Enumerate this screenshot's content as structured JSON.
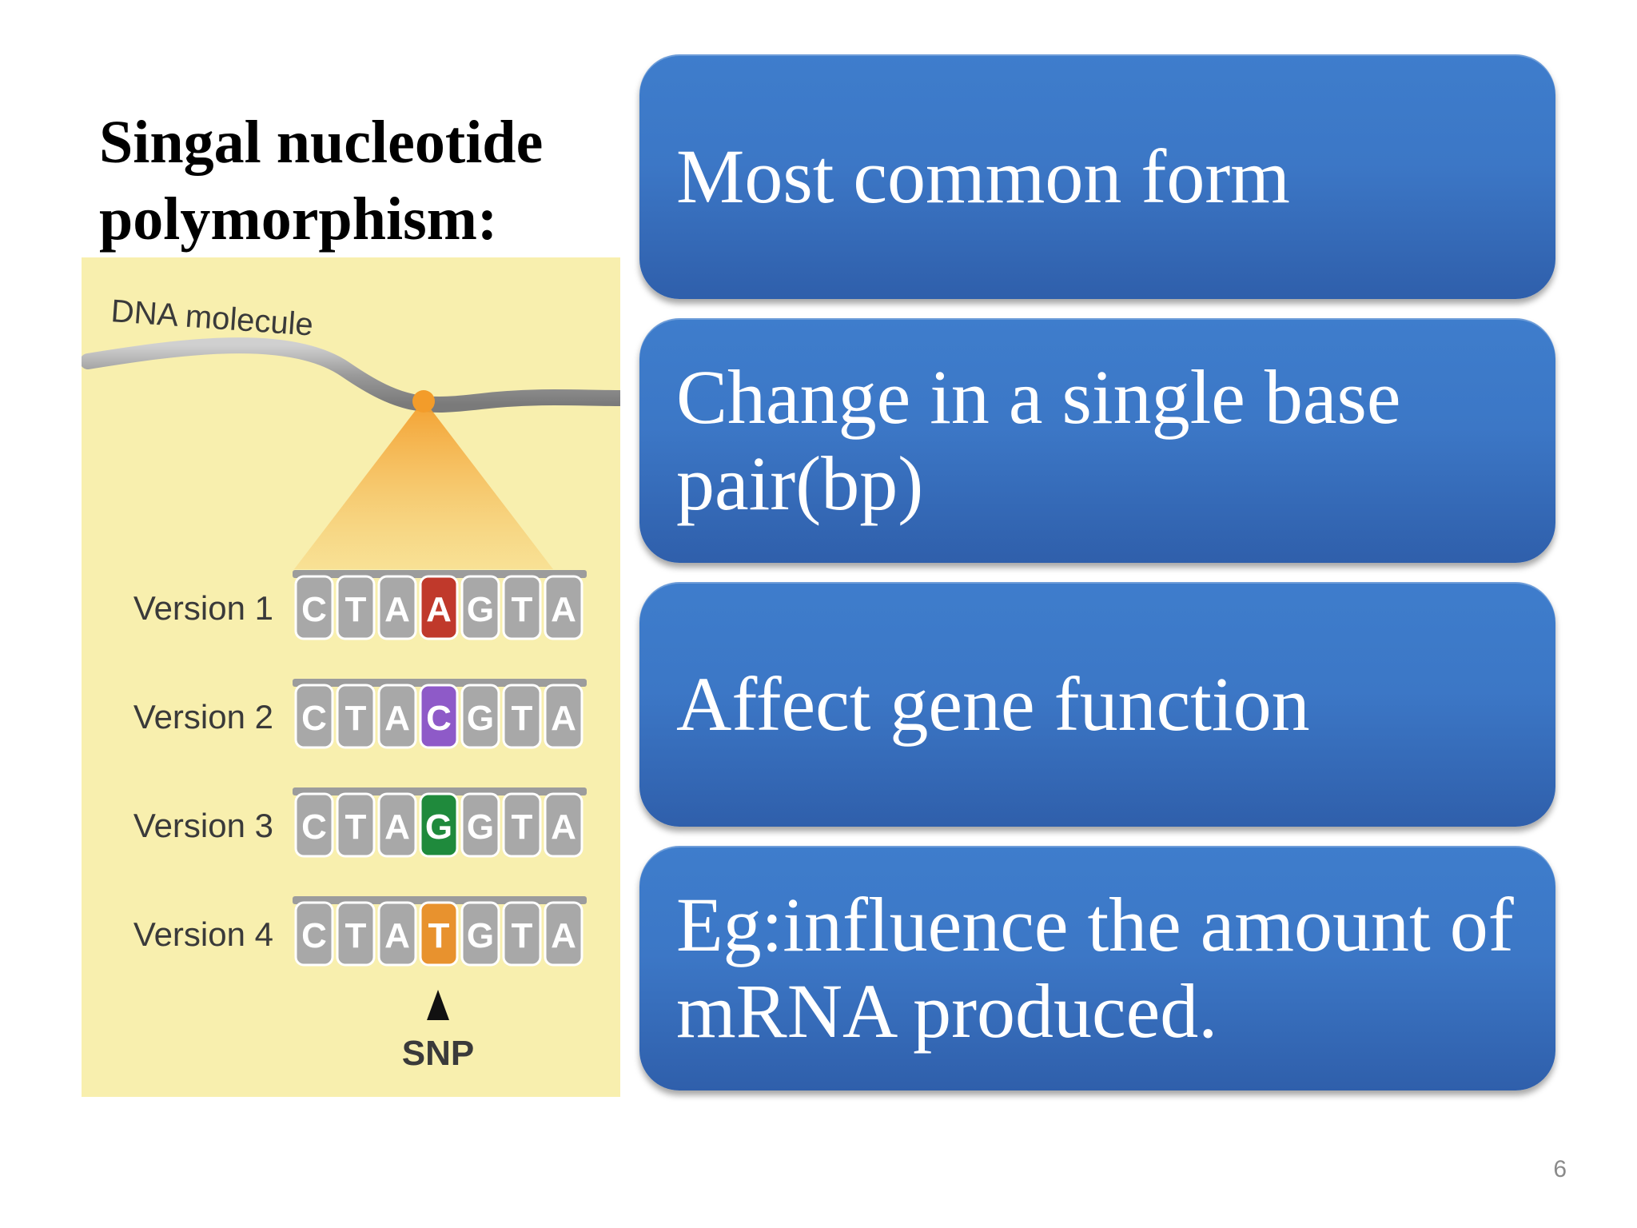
{
  "slide": {
    "title": "Singal nucleotide polymorphism:",
    "page_number": "6"
  },
  "figure": {
    "molecule_label": "DNA molecule",
    "snp_label": "SNP",
    "versions": [
      {
        "label": "Version 1",
        "bases": [
          "C",
          "T",
          "A",
          "A",
          "G",
          "T",
          "A"
        ],
        "snp_color": "#c0392b"
      },
      {
        "label": "Version 2",
        "bases": [
          "C",
          "T",
          "A",
          "C",
          "G",
          "T",
          "A"
        ],
        "snp_color": "#8e5ac8"
      },
      {
        "label": "Version 3",
        "bases": [
          "C",
          "T",
          "A",
          "G",
          "G",
          "T",
          "A"
        ],
        "snp_color": "#1f8a3c"
      },
      {
        "label": "Version 4",
        "bases": [
          "C",
          "T",
          "A",
          "T",
          "G",
          "T",
          "A"
        ],
        "snp_color": "#e8922e"
      }
    ],
    "snp_index": 3,
    "base_color": "#a8a8a8"
  },
  "boxes": [
    {
      "text": "Most common form"
    },
    {
      "text": "Change in a single base pair(bp)"
    },
    {
      "text": "Affect gene function"
    },
    {
      "text": "Eg:influence the amount of mRNA produced."
    }
  ],
  "colors": {
    "box_top": "#3e7dcc",
    "box_bottom": "#2f5fab",
    "figure_background": "#f8efae",
    "highlight_cone": "#f39c2a"
  }
}
